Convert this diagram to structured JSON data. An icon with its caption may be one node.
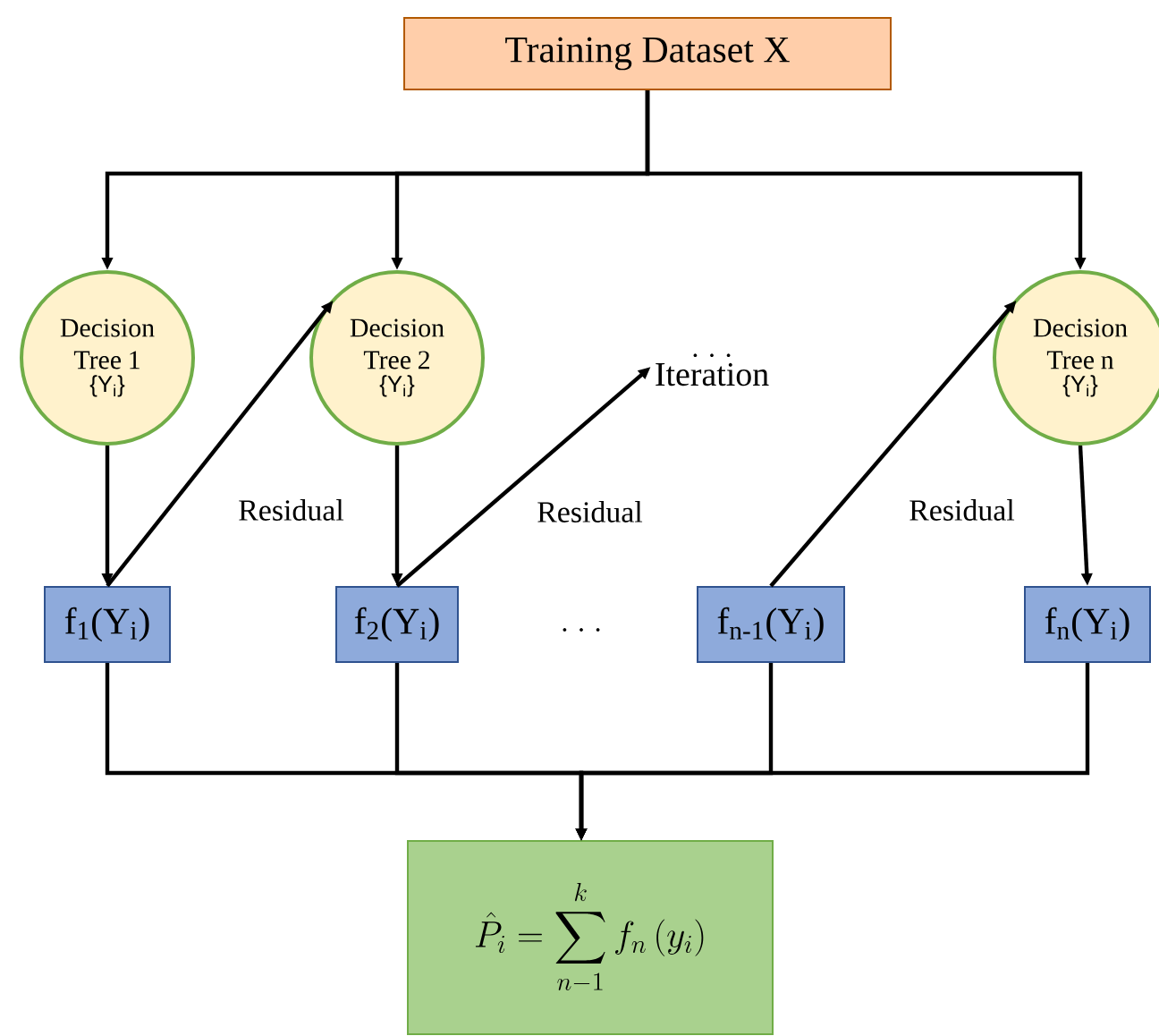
{
  "diagram": {
    "nodes": [
      {
        "text": [
          "Training Dataset X"
        ]
      },
      {
        "text": [
          "Decision Tree 1",
          "{Y$_{i}$}"
        ]
      },
      {
        "text": [
          "Decision Tree 2",
          "{Y$_{i}$}"
        ]
      },
      {
        "text": [
          "Decision Tree n",
          "{Y$_{i}$}"
        ]
      },
      {
        "text": [
          "f$_{1}$(Y$_{i}$)"
        ]
      },
      {
        "text": [
          "f$_{2}$(Y$_{i}$)"
        ]
      },
      {
        "text": [
          "f$_{n-1}$(Y$_{i}$)"
        ]
      },
      {
        "text": [
          "f$_{n}$(Y$_{i}$)"
        ]
      },
      {
        "text": [
          "\\hat{P}_i = \\sum_{n-1}^{k} f_n \\, (y_i)"
        ]
      },
      {
        "text": [
          ". . .",
          "Iteration"
        ]
      }
    ],
    "edges": [
      {
        "from": 0,
        "to": 1,
        "arrow": "to"
      },
      {
        "from": 0,
        "to": 2,
        "arrow": "to"
      },
      {
        "from": 0,
        "to": 3,
        "arrow": "to"
      },
      {
        "from": 1,
        "to": 4,
        "arrow": "to"
      },
      {
        "from": 2,
        "to": 5,
        "arrow": "to"
      },
      {
        "from": 3,
        "to": 7,
        "arrow": "to"
      },
      {
        "from": 4,
        "to": 2,
        "arrow": "to",
        "label": "Residual"
      },
      {
        "from": 5,
        "to": 9,
        "arrow": "to",
        "label": "Residual"
      },
      {
        "from": 6,
        "to": 3,
        "arrow": "to",
        "label": "Residual"
      },
      {
        "from": 4,
        "to": 8,
        "arrow": "to"
      },
      {
        "from": 5,
        "to": 8,
        "arrow": "to"
      },
      {
        "from": 6,
        "to": 8,
        "arrow": "to"
      },
      {
        "from": 7,
        "to": 8,
        "arrow": "to"
      }
    ],
    "labels": [
      ". . ."
    ]
  }
}
